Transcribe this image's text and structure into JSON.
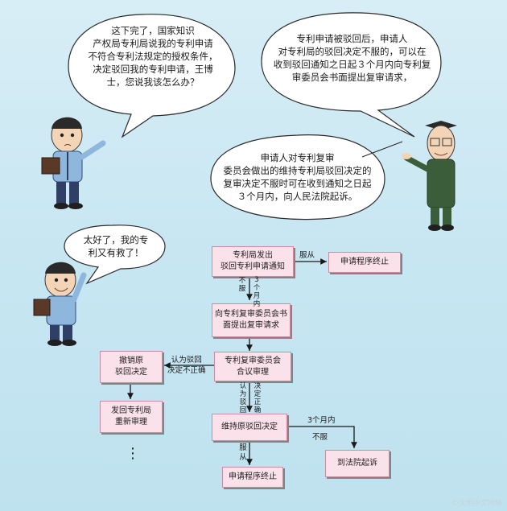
{
  "bubbles": {
    "engineer": [
      "这下完了，国家知识",
      "产权局专利局说我的专利申请",
      "不符合专利法规定的授权条件，",
      "决定驳回我的专利申请，王博",
      "士，您说我该怎么办？"
    ],
    "doctor_top": [
      "专利申请被驳回后，申请人",
      "对专利局的驳回决定不服的，可以在",
      "收到驳回通知之日起３个月内向专利复",
      "审委员会书面提出复审请求，"
    ],
    "doctor_mid": [
      "申请人对专利复审",
      "委员会做出的维持专利局驳回决定的",
      "复审决定不服时可在收到通知之日起",
      "３个月内，向人民法院起诉。"
    ],
    "engineer_happy": [
      "太好了，我的专",
      "利又有救了！"
    ]
  },
  "flow": {
    "b1": [
      "专利局发出",
      "驳回专利申请通知"
    ],
    "b2": "申请程序终止",
    "b3": [
      "向专利复审委员会书",
      "面提出复审请求"
    ],
    "b4": [
      "专利复审委员会",
      "合议审理"
    ],
    "b5": [
      "撤销原",
      "驳回决定"
    ],
    "b6": [
      "发回专利局",
      "重新审理"
    ],
    "b7": "维持原驳回决定",
    "b8": "申请程序终止",
    "b9": "到法院起诉",
    "dots": "⋮",
    "labels": {
      "fucong1": "服从",
      "bufu": "不服",
      "sangeyue": "3个月内",
      "renwei_no": [
        "认为驳回",
        "决定不正确"
      ],
      "renwei_yes_a": "认为驳回",
      "renwei_yes_b": "决定正确",
      "sangeyue2": "3个月内",
      "bufu2": "不服",
      "fucong2": "服从"
    }
  },
  "colors": {
    "background": "#c7e6f2",
    "box_fill": "#fbe1ea",
    "box_border": "#c98ea0"
  },
  "watermark": "©文明中文网络"
}
